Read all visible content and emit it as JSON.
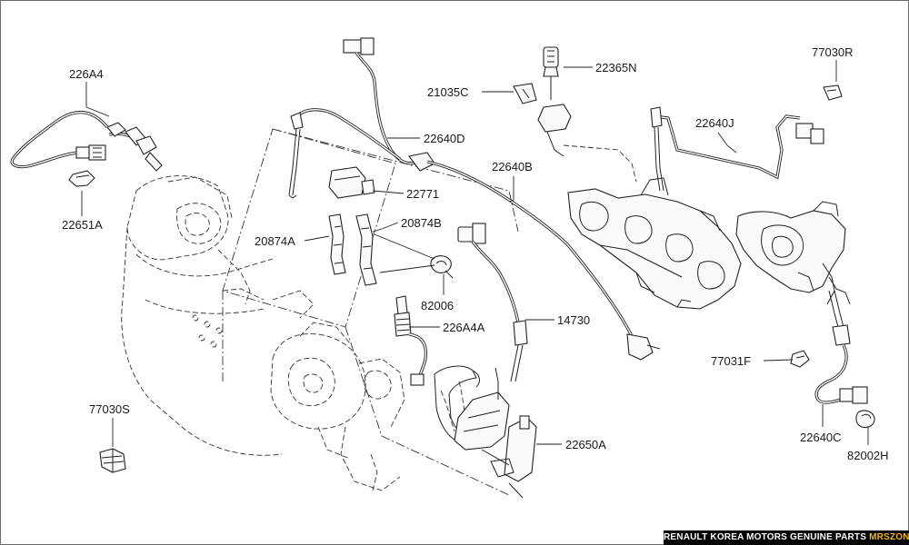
{
  "part_labels": {
    "p226A4": "226A4",
    "p22651A": "22651A",
    "p22640D": "22640D",
    "p22365N": "22365N",
    "p21035C": "21035C",
    "p77030R": "77030R",
    "p22640J": "22640J",
    "p22640B": "22640B",
    "p22771": "22771",
    "p20874B": "20874B",
    "p20874A": "20874A",
    "p82006": "82006",
    "p226A4A": "226A4A",
    "p14730": "14730",
    "p77031F": "77031F",
    "p77030S": "77030S",
    "p22650A": "22650A",
    "p22640C": "22640C",
    "p82002H": "82002H"
  },
  "watermark": {
    "main": "RENAULT KOREA MOTORS GENUINE PARTS ",
    "brand": "MRSZONE"
  },
  "colors": {
    "line": "#222222",
    "background": "#ffffff",
    "watermark_bg": "#000000",
    "watermark_accent": "#f2b705"
  }
}
